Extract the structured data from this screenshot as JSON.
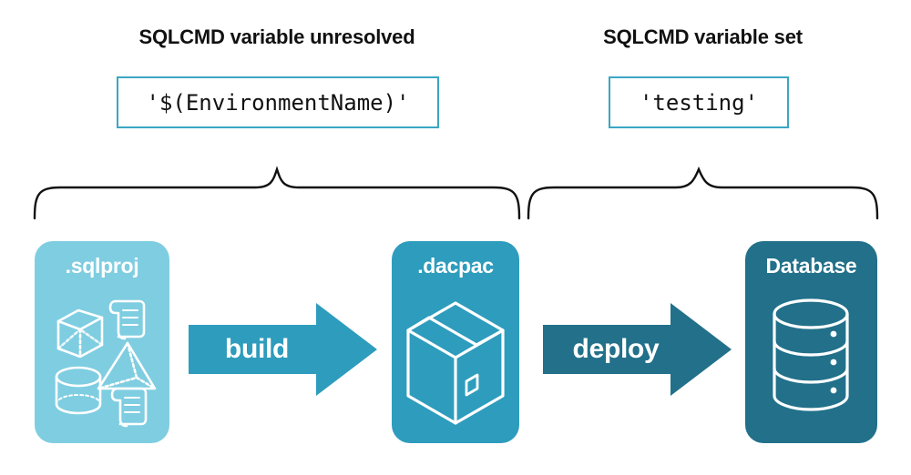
{
  "headings": {
    "left": "SQLCMD variable unresolved",
    "right": "SQLCMD variable set"
  },
  "code_values": {
    "left": "'$(EnvironmentName)'",
    "right": "'testing'"
  },
  "artifacts": [
    {
      "id": "sqlproj",
      "label": ".sqlproj",
      "color": "#7fcde1",
      "icons": [
        "cube-icon",
        "scroll-icon",
        "pyramid-icon",
        "cylinder-icon",
        "scroll-icon"
      ]
    },
    {
      "id": "dacpac",
      "label": ".dacpac",
      "color": "#2e9cbd",
      "icons": [
        "package-box-icon"
      ]
    },
    {
      "id": "database",
      "label": "Database",
      "color": "#22708a",
      "icons": [
        "database-cylinder-icon"
      ]
    }
  ],
  "arrows": [
    {
      "id": "build",
      "label": "build",
      "color": "#2e9cbd"
    },
    {
      "id": "deploy",
      "label": "deploy",
      "color": "#22708a"
    }
  ],
  "braces": {
    "left_label": "brace-spanning-sqlproj-to-dacpac",
    "right_label": "brace-spanning-dacpac-to-database",
    "color": "#111111"
  },
  "palette": {
    "accent_border": "#3aa6c4",
    "light_teal": "#7fcde1",
    "mid_teal": "#2e9cbd",
    "dark_teal": "#22708a",
    "text": "#111111",
    "background": "#ffffff"
  }
}
